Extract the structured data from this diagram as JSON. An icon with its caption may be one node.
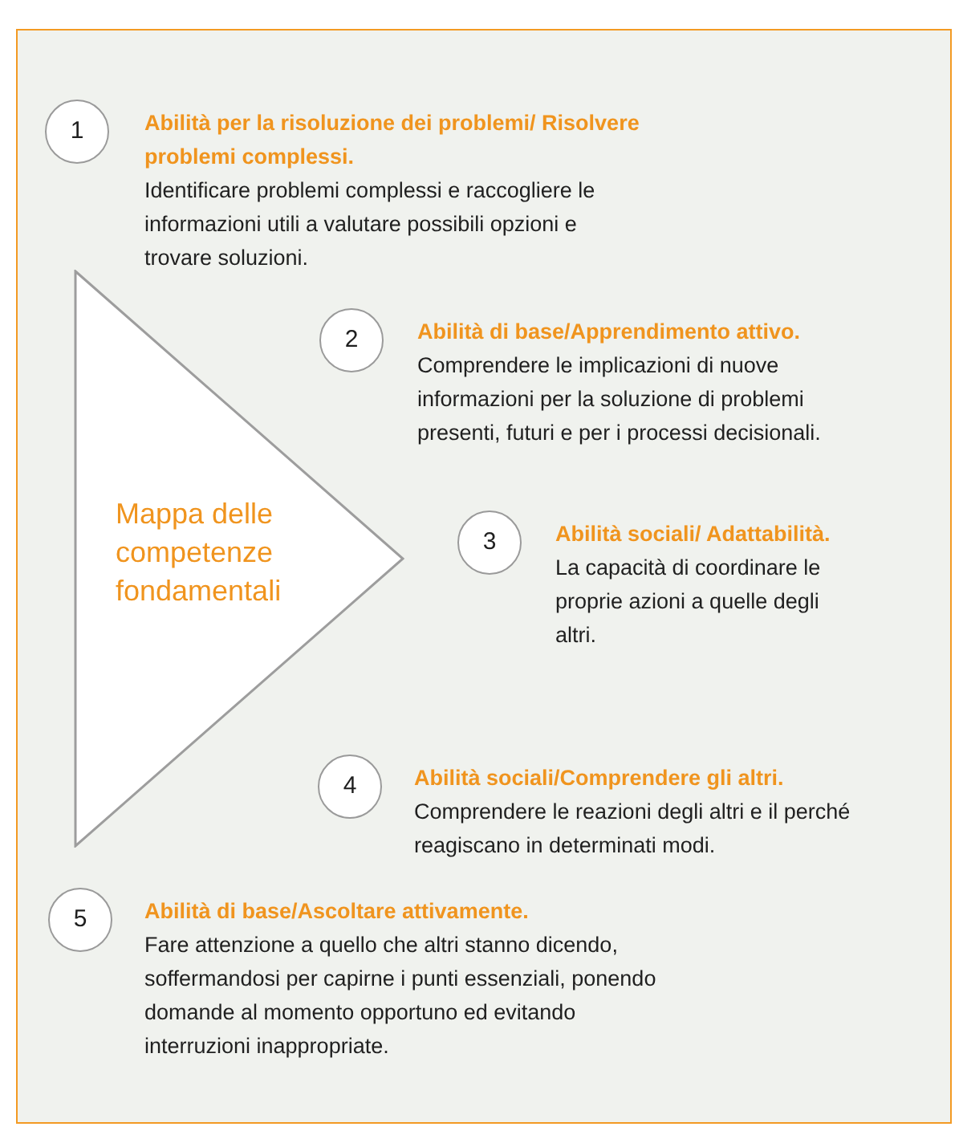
{
  "diagram": {
    "nodes": [
      {
        "text": [
          "1"
        ],
        "beside": [
          "Abilità per la risoluzione dei problemi/ Risolvere problemi complessi.",
          "Identificare problemi complessi e raccogliere le informazioni utili a valutare possibili opzioni e trovare soluzioni."
        ]
      },
      {
        "text": [
          "2"
        ],
        "beside": [
          "Abilità di base/Apprendimento attivo.",
          "Comprendere le implicazioni di nuove informazioni per la soluzione di problemi presenti, futuri e per i processi decisionali."
        ]
      },
      {
        "text": [
          "Mappa delle competenze fondamentali"
        ]
      },
      {
        "text": [
          "3"
        ],
        "beside": [
          "Abilità sociali/ Adattabilità.",
          "La capacità di coordinare le proprie azioni a quelle degli altri."
        ]
      },
      {
        "text": [
          "4"
        ],
        "beside": [
          "Abilità sociali/Comprendere gli altri.",
          "Comprendere le reazioni degli altri e il perché reagiscano in determinati modi."
        ]
      },
      {
        "text": [
          "5"
        ],
        "beside": [
          "Abilità di base/Ascoltare attivamente.",
          "Fare attenzione a quello che altri stanno dicendo, soffermandosi per capirne i punti essenziali, ponendo domande al momento opportuno ed evitando interruzioni inappropriate."
        ]
      }
    ]
  }
}
